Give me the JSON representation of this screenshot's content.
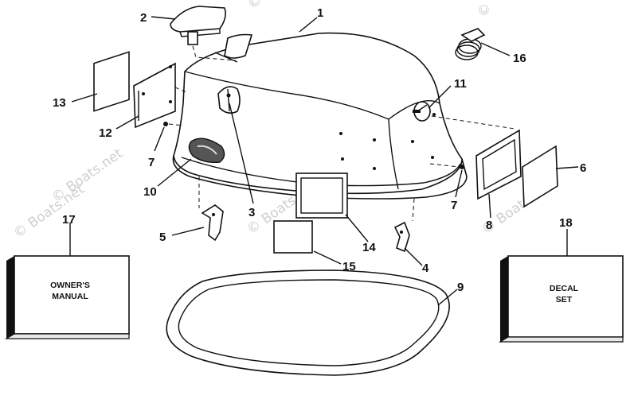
{
  "watermark": "© Boats.net",
  "callouts": {
    "c1": "1",
    "c2": "2",
    "c3": "3",
    "c4": "4",
    "c5": "5",
    "c6": "6",
    "c7a": "7",
    "c7b": "7",
    "c8": "8",
    "c9": "9",
    "c10": "10",
    "c11": "11",
    "c12": "12",
    "c13": "13",
    "c14": "14",
    "c15": "15",
    "c16": "16",
    "c17": "17",
    "c18": "18"
  },
  "boxes": {
    "manual_line1": "OWNER'S",
    "manual_line2": "MANUAL",
    "decal_line1": "DECAL",
    "decal_line2": "SET"
  }
}
